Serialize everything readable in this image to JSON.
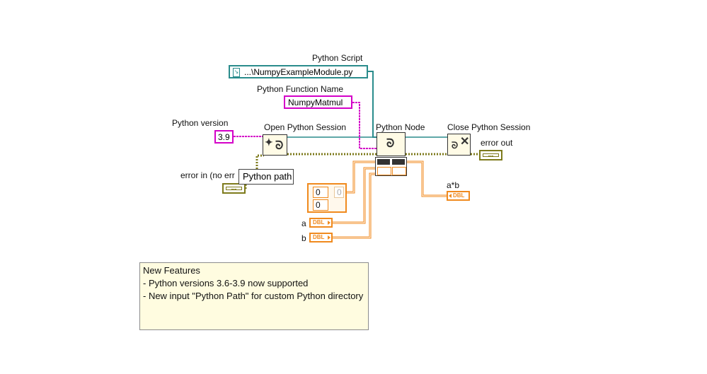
{
  "labels": {
    "python_script": "Python Script",
    "python_function_name": "Python Function Name",
    "python_version": "Python version",
    "open_python_session": "Open Python Session",
    "python_node": "Python Node",
    "close_python_session": "Close Python Session",
    "error_out": "error out",
    "error_in": "error in (no err",
    "a_times_b": "a*b",
    "a": "a",
    "b": "b"
  },
  "controls": {
    "script_path": "...\\NumpyExampleModule.py",
    "function_name": "NumpyMatmul",
    "version": "3.9",
    "array_values": [
      "0",
      "0"
    ],
    "array_index": "0",
    "dbl_tag": "DBL"
  },
  "tooltip": "Python path",
  "comment": {
    "title": "New Features",
    "lines": [
      "- Python versions 3.6-3.9 now supported",
      "- New input \"Python Path\" for custom Python directory"
    ]
  },
  "colors": {
    "path_wire": "#2a8c8c",
    "string_wire": "#d400c8",
    "numeric_wire": "#f08a1e",
    "error_wire": "#7d7a1b"
  }
}
